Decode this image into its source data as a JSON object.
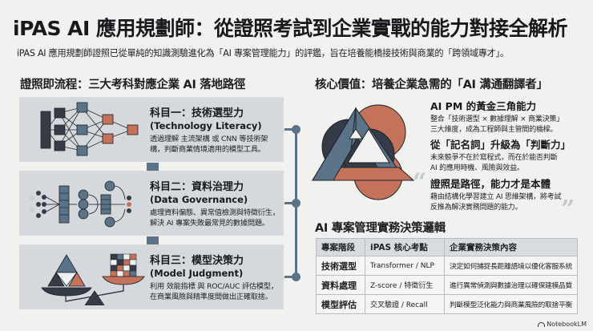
{
  "header": {
    "title": "iPAS AI 應用規劃師：從證照考試到企業實戰的能力對接全解析",
    "subtitle": "iPAS AI 應用規劃師證照已從單純的知識測驗進化為「AI 專案管理能力」的評鑑，旨在培養能橋接技術與商業的「跨領域專才」。"
  },
  "left": {
    "heading": "證照即流程：三大考科對應企業 AI 落地路徑",
    "cards": [
      {
        "title": "科目一：技術選型力",
        "subtitle": "(Technology Literacy)",
        "desc": "透過理解 主流架構 或 CNN 等技術架構，判斷商業情境適用的模型工具。",
        "icon": "neural-network-icon"
      },
      {
        "title": "科目二：資料治理力",
        "subtitle": "(Data Governance)",
        "desc": "處理資料偏態、異常值檢測與特徵衍生，解決 AI 專案失敗最常見的數據問題。",
        "icon": "data-pipeline-icon"
      },
      {
        "title": "科目三：模型決策力",
        "subtitle": "(Model Judgment)",
        "desc": "利用 效能指標 與 ROC/AUC 評估模型，在商業風險與精準度間做出正確取捨。",
        "icon": "balance-scale-icon"
      }
    ]
  },
  "right": {
    "heading": "核心價值：培養企業急需的「AI 溝通翻譯者」",
    "logo_icon": "triangle-circle-emblem-icon",
    "values": [
      {
        "title": "AI PM 的黃金三角能力",
        "lines": [
          "整合「技術選型 × 數據理解 × 商業決策」",
          "三大維度，成為工程師與主管間的橋樑。"
        ]
      },
      {
        "title": "從「記名詞」升級為「判斷力」",
        "lines": [
          "未來競爭不在於寫程式，而在於能否判斷",
          "AI 的應用時機、風險與效益。"
        ]
      },
      {
        "title": "證照是路徑，能力才是本體",
        "lines": [
          "藉由結構化學習建立 AI 思維架構，將考試",
          "反推為解決實務問題的能力。"
        ]
      }
    ],
    "quote_open": "“",
    "quote_close": "”",
    "table": {
      "heading": "AI 專案管理實務決策邏輯",
      "columns": [
        "專案階段",
        "iPAS 核心考點",
        "企業實務決策內容"
      ],
      "rows": [
        [
          "技術選型",
          "Transformer / NLP",
          "決定如何捕捉長距離語境以優化客服系統"
        ],
        [
          "資料處理",
          "Z-score / 特徵衍生",
          "進行異常偵測與數據治理以確保建模品質"
        ],
        [
          "模型評估",
          "交叉驗證 / Recall",
          "判斷模型泛化能力與商業風險的取捨平衡"
        ]
      ]
    }
  },
  "footer": {
    "brand": "NotebookLM"
  },
  "colors": {
    "background": "#f1f1ef",
    "card": "#d5d8dc",
    "dark": "#353c47",
    "steel_blue": "#5a7388",
    "terracotta": "#c4735a"
  }
}
